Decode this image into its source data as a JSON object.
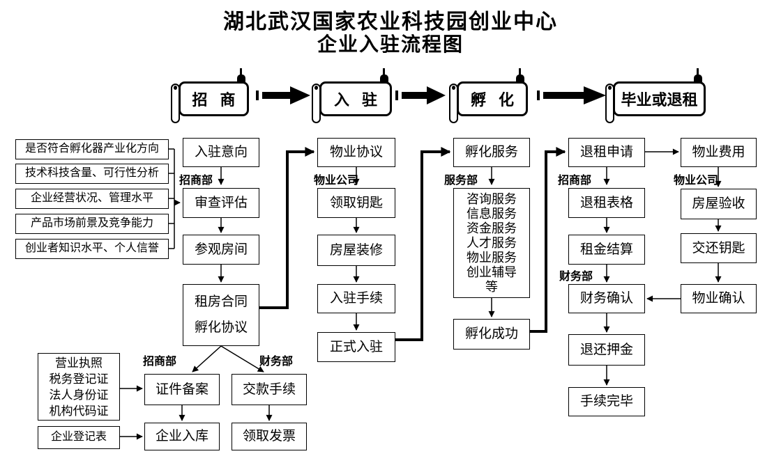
{
  "title": {
    "line1": "湖北武汉国家农业科技园创业中心",
    "line2": "企业入驻流程图"
  },
  "phases": [
    {
      "label": "招商"
    },
    {
      "label": "入驻"
    },
    {
      "label": "孵化"
    },
    {
      "label": "毕业或退租"
    }
  ],
  "criteria": [
    "是否符合孵化器产业化方向",
    "技术科技含量、可行性分析",
    "企业经营状况、管理水平",
    "产品市场前景及竞争能力",
    "创业者知识水平、个人信誉"
  ],
  "recruit": {
    "dept": "招商部",
    "intent": "入驻意向",
    "review": "审查评估",
    "visit": "参观房间",
    "contract1": "租房合同",
    "contract2": "孵化协议"
  },
  "registration": {
    "dept_left": "招商部",
    "dept_right": "财务部",
    "docs": [
      "营业执照",
      "税务登记证",
      "法人身份证",
      "机构代码证"
    ],
    "form": "企业登记表",
    "filing": "证件备案",
    "warehouse": "企业入库",
    "payment": "交款手续",
    "invoice": "领取发票"
  },
  "movein": {
    "dept": "物业公司",
    "agreement": "物业协议",
    "keys": "领取钥匙",
    "renovation": "房屋装修",
    "procedure": "入驻手续",
    "official": "正式入驻"
  },
  "incubation": {
    "dept": "服务部",
    "start": "孵化服务",
    "services": [
      "咨询服务",
      "信息服务",
      "资金服务",
      "人才服务",
      "物业服务",
      "创业辅导",
      "等"
    ],
    "success": "孵化成功"
  },
  "exit": {
    "dept_top": "招商部",
    "dept_mid": "财务部",
    "apply": "退租申请",
    "form": "退租表格",
    "settle": "租金结算",
    "finance": "财务确认",
    "deposit": "退还押金",
    "done": "手续完毕"
  },
  "property_exit": {
    "dept": "物业公司",
    "fee": "物业费用",
    "inspect": "房屋验收",
    "keys": "交还钥匙",
    "confirm": "物业确认"
  },
  "colors": {
    "ink": "#000000",
    "paper": "#ffffff"
  }
}
